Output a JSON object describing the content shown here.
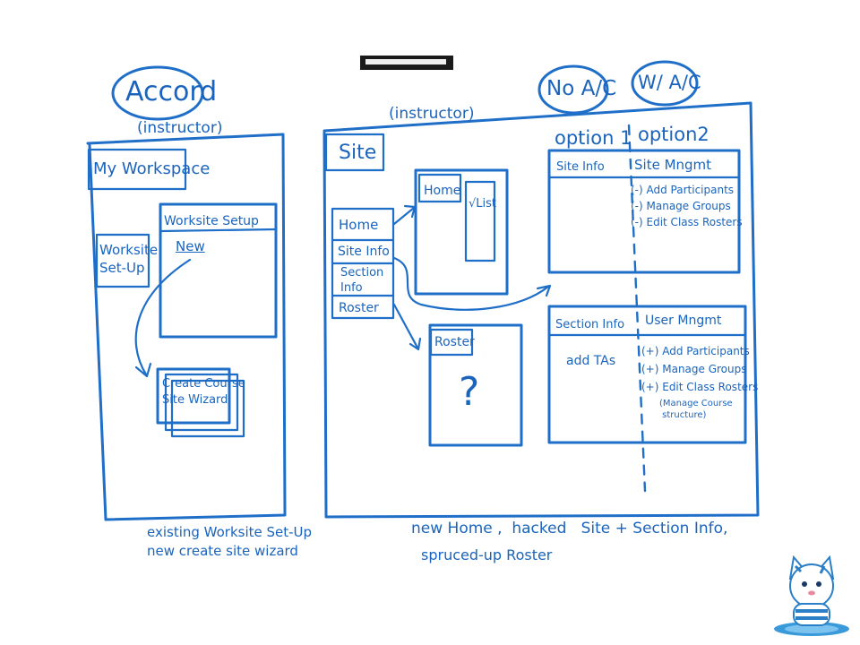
{
  "heading": {
    "accord": "Accord",
    "instructor_left": "(instructor)",
    "instructor_mid": "(instructor)",
    "no_ac": "No A/C",
    "w_ac": "W/ A/C",
    "option1": "option 1",
    "option2": "option2"
  },
  "left_panel": {
    "my_workspace": "My Workspace",
    "worksite_setup_nav": "Worksite\nSet-Up",
    "worksite_setup_title": "Worksite Setup",
    "new_link": "New",
    "wizard": "Create Course\nSite Wizard"
  },
  "mid_panel": {
    "site": "Site",
    "nav_home": "Home",
    "nav_site_info": "Site Info",
    "nav_section_info": "Section\nInfo",
    "nav_roster": "Roster",
    "home_box": "Home",
    "list_box": "√List",
    "roster_box": "Roster",
    "question": "?"
  },
  "right_panel": {
    "site_info": "Site Info",
    "site_mngmt": "Site Mngmt",
    "site_items": [
      "(-) Add Participants",
      "(-) Manage Groups",
      "(-) Edit Class Rosters"
    ],
    "section_info": "Section Info",
    "user_mngmt": "User Mngmt",
    "add_tas": "add TAs",
    "user_items": [
      "(+) Add Participants",
      "(+) Manage Groups",
      "(+) Edit Class Rosters"
    ],
    "manage_note": "(Manage Course\n structure)"
  },
  "captions": {
    "left": "existing Worksite Set-Up\nnew create site wizard",
    "right_line1": "new Home ,  hacked   Site + Section Info,",
    "right_line2": "spruced-up Roster"
  },
  "colors": {
    "ink": "#1f6fc9",
    "board": "#ffffff"
  }
}
